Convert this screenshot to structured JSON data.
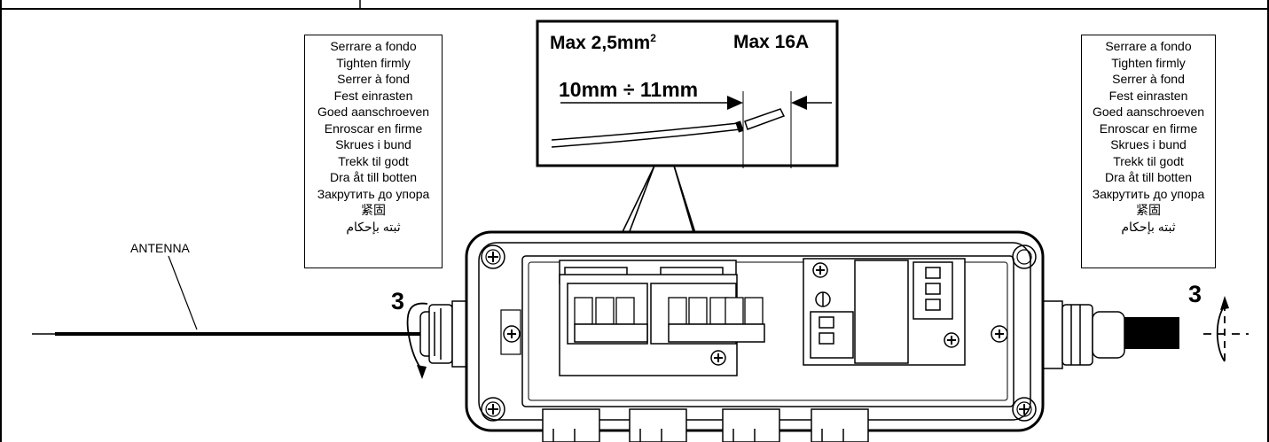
{
  "diagram": {
    "antenna_label": "ANTENNA",
    "step_left": "3",
    "step_right": "3",
    "instructions_left": [
      "Serrare a fondo",
      "Tighten firmly",
      "Serrer à fond",
      "Fest einrasten",
      "Goed aanschroeven",
      "Enroscar en firme",
      "Skrues i bund",
      "Trekk til godt",
      "Dra åt till botten",
      "Закрутить до упора",
      "紧固",
      "ثبته بإحكام"
    ],
    "instructions_right": [
      "Serrare a fondo",
      "Tighten firmly",
      "Serrer à fond",
      "Fest einrasten",
      "Goed aanschroeven",
      "Enroscar en firme",
      "Skrues i bund",
      "Trekk til godt",
      "Dra åt till botten",
      "Закрутить до упора",
      "紧固",
      "ثبته بإحكام"
    ],
    "spec": {
      "wire_section": "Max 2,5mm",
      "wire_section_sup": "2",
      "max_current": "Max 16A",
      "strip_length": "10mm ÷ 11mm"
    }
  }
}
